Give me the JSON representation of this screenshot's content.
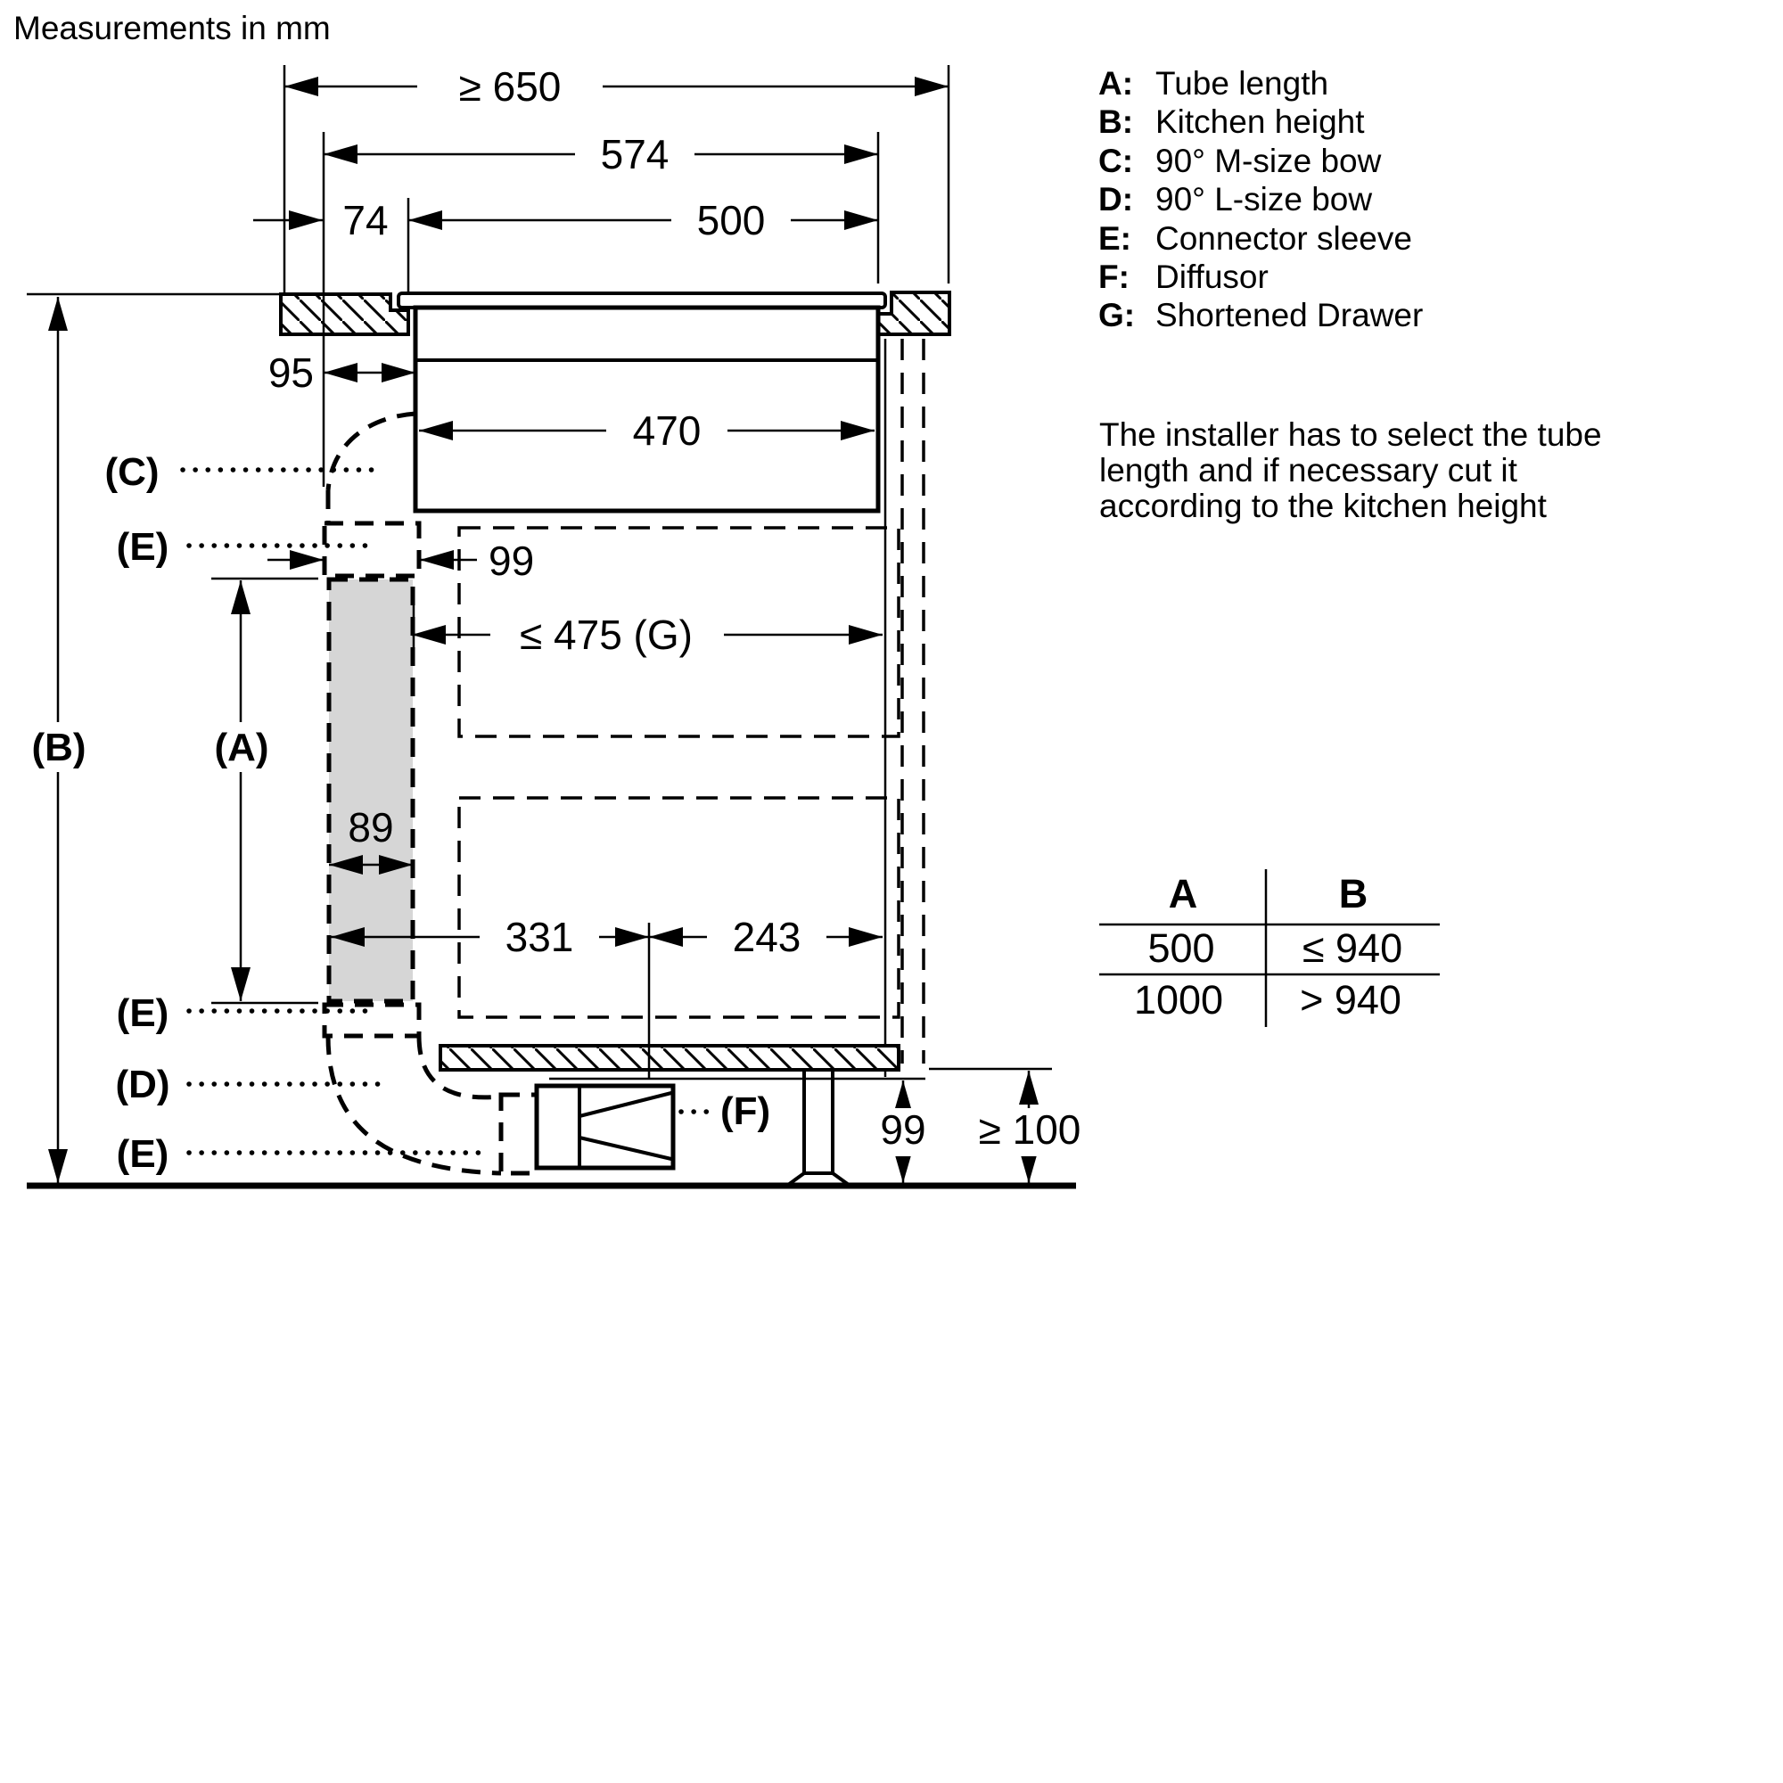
{
  "title": "Measurements in mm",
  "legend": {
    "items": [
      {
        "key": "A:",
        "label": "Tube length"
      },
      {
        "key": "B:",
        "label": "Kitchen height"
      },
      {
        "key": "C:",
        "label": "90° M-size bow"
      },
      {
        "key": "D:",
        "label": "90° L-size bow"
      },
      {
        "key": "E:",
        "label": "Connector sleeve"
      },
      {
        "key": "F:",
        "label": "Diffusor"
      },
      {
        "key": "G:",
        "label": "Shortened Drawer"
      }
    ]
  },
  "note": {
    "lines": [
      "The installer has to select the tube",
      "length and if necessary cut it",
      "according to the kitchen height"
    ]
  },
  "table": {
    "header": {
      "a": "A",
      "b": "B"
    },
    "rows": [
      {
        "a": "500",
        "b": "≤ 940"
      },
      {
        "a": "1000",
        "b": "> 940"
      }
    ]
  },
  "dims": {
    "min_clearance": "≥ 650",
    "cutout_width": "574",
    "edge_offset": "74",
    "opening_width": "500",
    "side_offset": "95",
    "hob_body_width": "470",
    "sleeve_width": "99",
    "tube_width": "89",
    "shortened_drawer": "≤ 475 (G)",
    "left_span": "331",
    "right_span": "243",
    "diffusor_height": "99",
    "plinth_min_height": "≥ 100"
  },
  "callouts": {
    "a": "(A)",
    "b": "(B)",
    "c": "(C)",
    "d": "(D)",
    "e": "(E)",
    "f": "(F)"
  }
}
